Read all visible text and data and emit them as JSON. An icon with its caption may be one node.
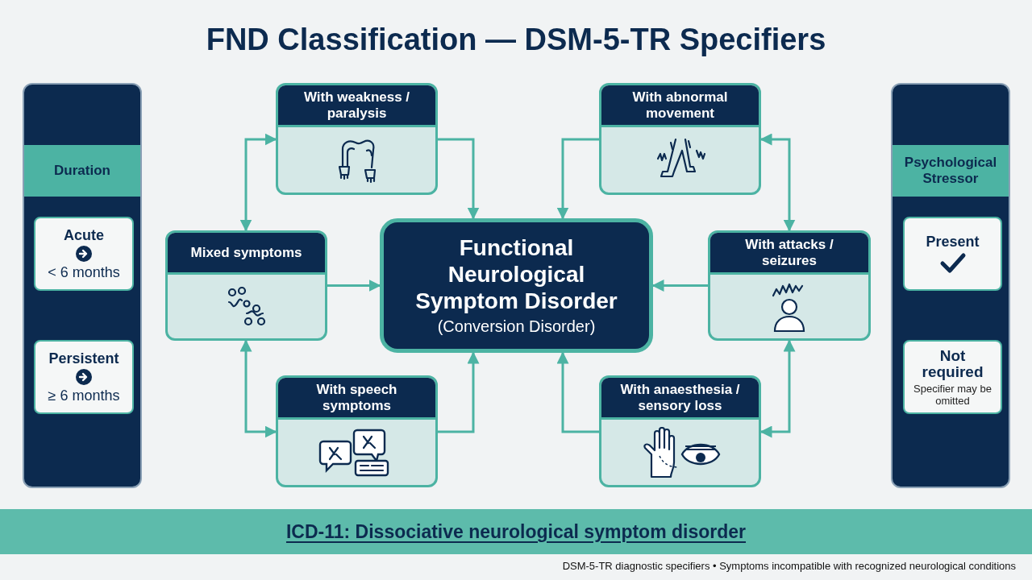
{
  "diagram": {
    "title": "FND Classification — DSM-5-TR Specifiers",
    "nodes": [
      {
        "text": [
          "Duration"
        ]
      },
      {
        "text": [
          "Acute",
          "< 6 months"
        ],
        "in": 0
      },
      {
        "text": [
          "Persistent",
          "≥ 6 months"
        ],
        "in": 0
      },
      {
        "text": [
          "Functional Neurological Symptom Disorder",
          "(Conversion Disorder)"
        ]
      },
      {
        "text": [
          "With weakness / paralysis"
        ]
      },
      {
        "text": [
          "With abnormal movement"
        ]
      },
      {
        "text": [
          "Mixed symptoms"
        ]
      },
      {
        "text": [
          "With attacks / seizures"
        ]
      },
      {
        "text": [
          "With speech symptoms"
        ]
      },
      {
        "text": [
          "With anaesthesia / sensory loss"
        ]
      },
      {
        "text": [
          "Psychological Stressor"
        ]
      },
      {
        "text": [
          "Present"
        ],
        "in": 10
      },
      {
        "text": [
          "Not required",
          "Specifier may be omitted"
        ],
        "in": 10
      },
      {
        "text": [
          "ICD-11: Dissociative neurological symptom disorder"
        ]
      }
    ],
    "edges": [
      {
        "from": 4,
        "to": 3,
        "arrow": "to"
      },
      {
        "from": 5,
        "to": 3,
        "arrow": "to"
      },
      {
        "from": 6,
        "to": 3,
        "arrow": "to"
      },
      {
        "from": 7,
        "to": 3,
        "arrow": "to"
      },
      {
        "from": 8,
        "to": 3,
        "arrow": "to"
      },
      {
        "from": 9,
        "to": 3,
        "arrow": "to"
      },
      {
        "from": 6,
        "to": 4,
        "arrow": "both"
      },
      {
        "from": 6,
        "to": 8,
        "arrow": "both"
      },
      {
        "from": 7,
        "to": 5,
        "arrow": "both"
      },
      {
        "from": 7,
        "to": 9,
        "arrow": "both"
      }
    ],
    "labels": [
      "DSM-5-TR diagnostic specifiers • Symptoms incompatible with recognized neurological conditions"
    ]
  }
}
